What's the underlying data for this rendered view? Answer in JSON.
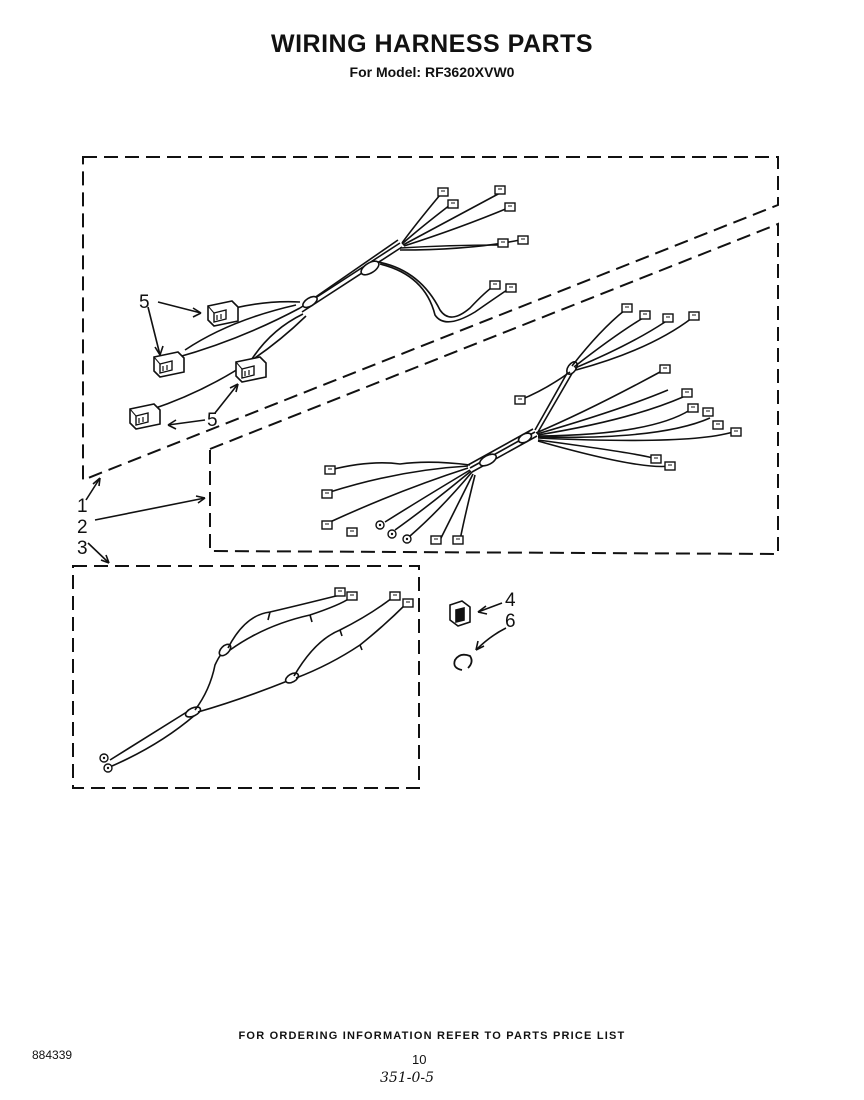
{
  "header": {
    "title": "WIRING HARNESS PARTS",
    "model_line": "For Model: RF3620XVW0"
  },
  "callouts": {
    "c1": "1",
    "c2": "2",
    "c3": "3",
    "c4": "4",
    "c5a": "5",
    "c5b": "5",
    "c6": "6"
  },
  "footer": {
    "ordering_note": "FOR ORDERING INFORMATION REFER TO PARTS PRICE LIST",
    "doc_number": "884339",
    "page_number": "10",
    "handwritten_note": "351-0-5"
  }
}
